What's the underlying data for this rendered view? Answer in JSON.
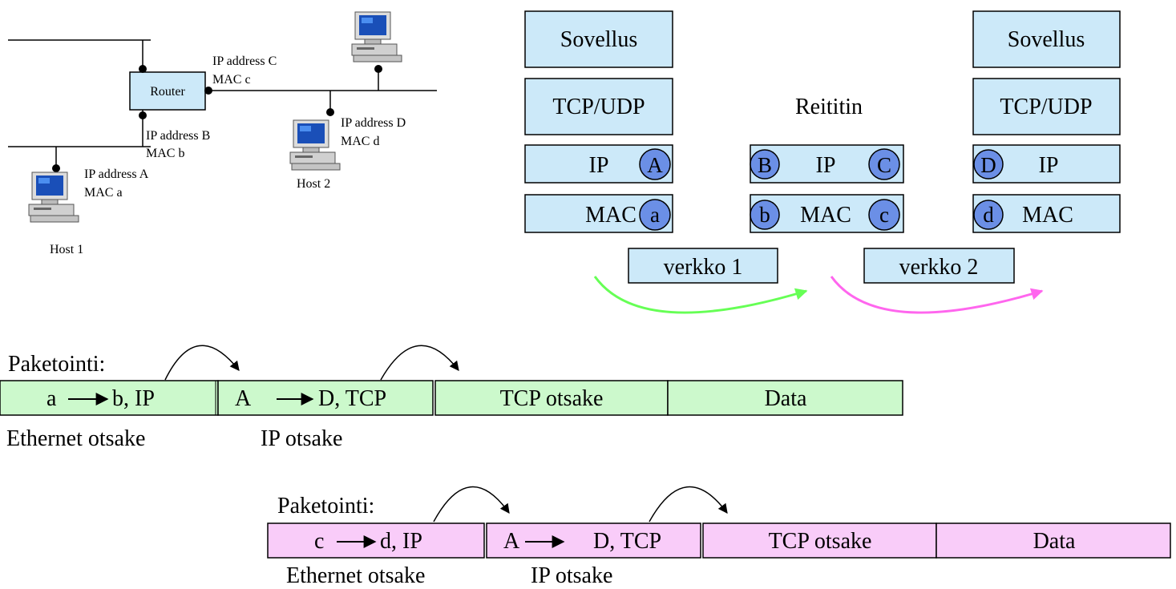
{
  "network": {
    "router_label": "Router",
    "router_ip": "IP address C",
    "router_mac": "MAC c",
    "router_ip_b": "IP address B",
    "router_mac_b": "MAC b",
    "host1_ip": "IP address A",
    "host1_mac": "MAC a",
    "host1_label": "Host 1",
    "host2_ip": "IP address D",
    "host2_mac": "MAC d",
    "host2_label": "Host 2"
  },
  "stacks": {
    "app": "Sovellus",
    "transport": "TCP/UDP",
    "ip": "IP",
    "mac": "MAC",
    "router_title": "Reititin",
    "host1": {
      "ip_letter": "A",
      "mac_letter": "a"
    },
    "router": {
      "ip_left": "B",
      "ip_right": "C",
      "mac_left": "b",
      "mac_right": "c"
    },
    "host2": {
      "ip_letter": "D",
      "mac_letter": "d"
    },
    "net1": "verkko 1",
    "net2": "verkko 2"
  },
  "colors": {
    "box_fill": "#cce9f9",
    "circle_fill": "#6b8fe6",
    "green_packet": "#ccf9cc",
    "pink_packet": "#f9ccf9",
    "green_arrow": "#66ff55",
    "pink_arrow": "#ff66ee"
  },
  "packet1": {
    "title": "Paketointi:",
    "eth_from": "a",
    "eth_to": "b, IP",
    "ip_from": "A",
    "ip_to": "D, TCP",
    "tcp": "TCP otsake",
    "data": "Data",
    "eth_caption": "Ethernet otsake",
    "ip_caption": "IP otsake"
  },
  "packet2": {
    "title": "Paketointi:",
    "eth_from": "c",
    "eth_to": "d, IP",
    "ip_from": "A",
    "ip_to": "D, TCP",
    "tcp": "TCP otsake",
    "data": "Data",
    "eth_caption": "Ethernet otsake",
    "ip_caption": "IP otsake"
  }
}
